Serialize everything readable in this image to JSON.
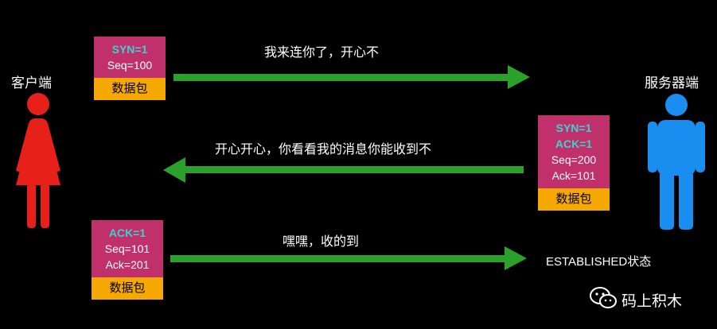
{
  "client": {
    "label": "客户端",
    "color": "#e8201a"
  },
  "server": {
    "label": "服务器端",
    "color": "#1a8ef0"
  },
  "arrow_color": "#2aa12a",
  "steps": [
    {
      "message": "我来连你了，开心不",
      "packet": {
        "flags": [
          "SYN=1"
        ],
        "fields": [
          "Seq=100"
        ],
        "footer": "数据包"
      }
    },
    {
      "message": "开心开心，你看看我的消息你能收到不",
      "packet": {
        "flags": [
          "SYN=1",
          "ACK=1"
        ],
        "fields": [
          "Seq=200",
          "Ack=101"
        ],
        "footer": "数据包"
      }
    },
    {
      "message": "嘿嘿，收的到",
      "packet": {
        "flags": [
          "ACK=1"
        ],
        "fields": [
          "Seq=101",
          "Ack=201"
        ],
        "footer": "数据包"
      }
    }
  ],
  "established_label": "ESTABLISHED状态",
  "brand": {
    "name": "码上积木",
    "icon": "wechat-icon"
  }
}
